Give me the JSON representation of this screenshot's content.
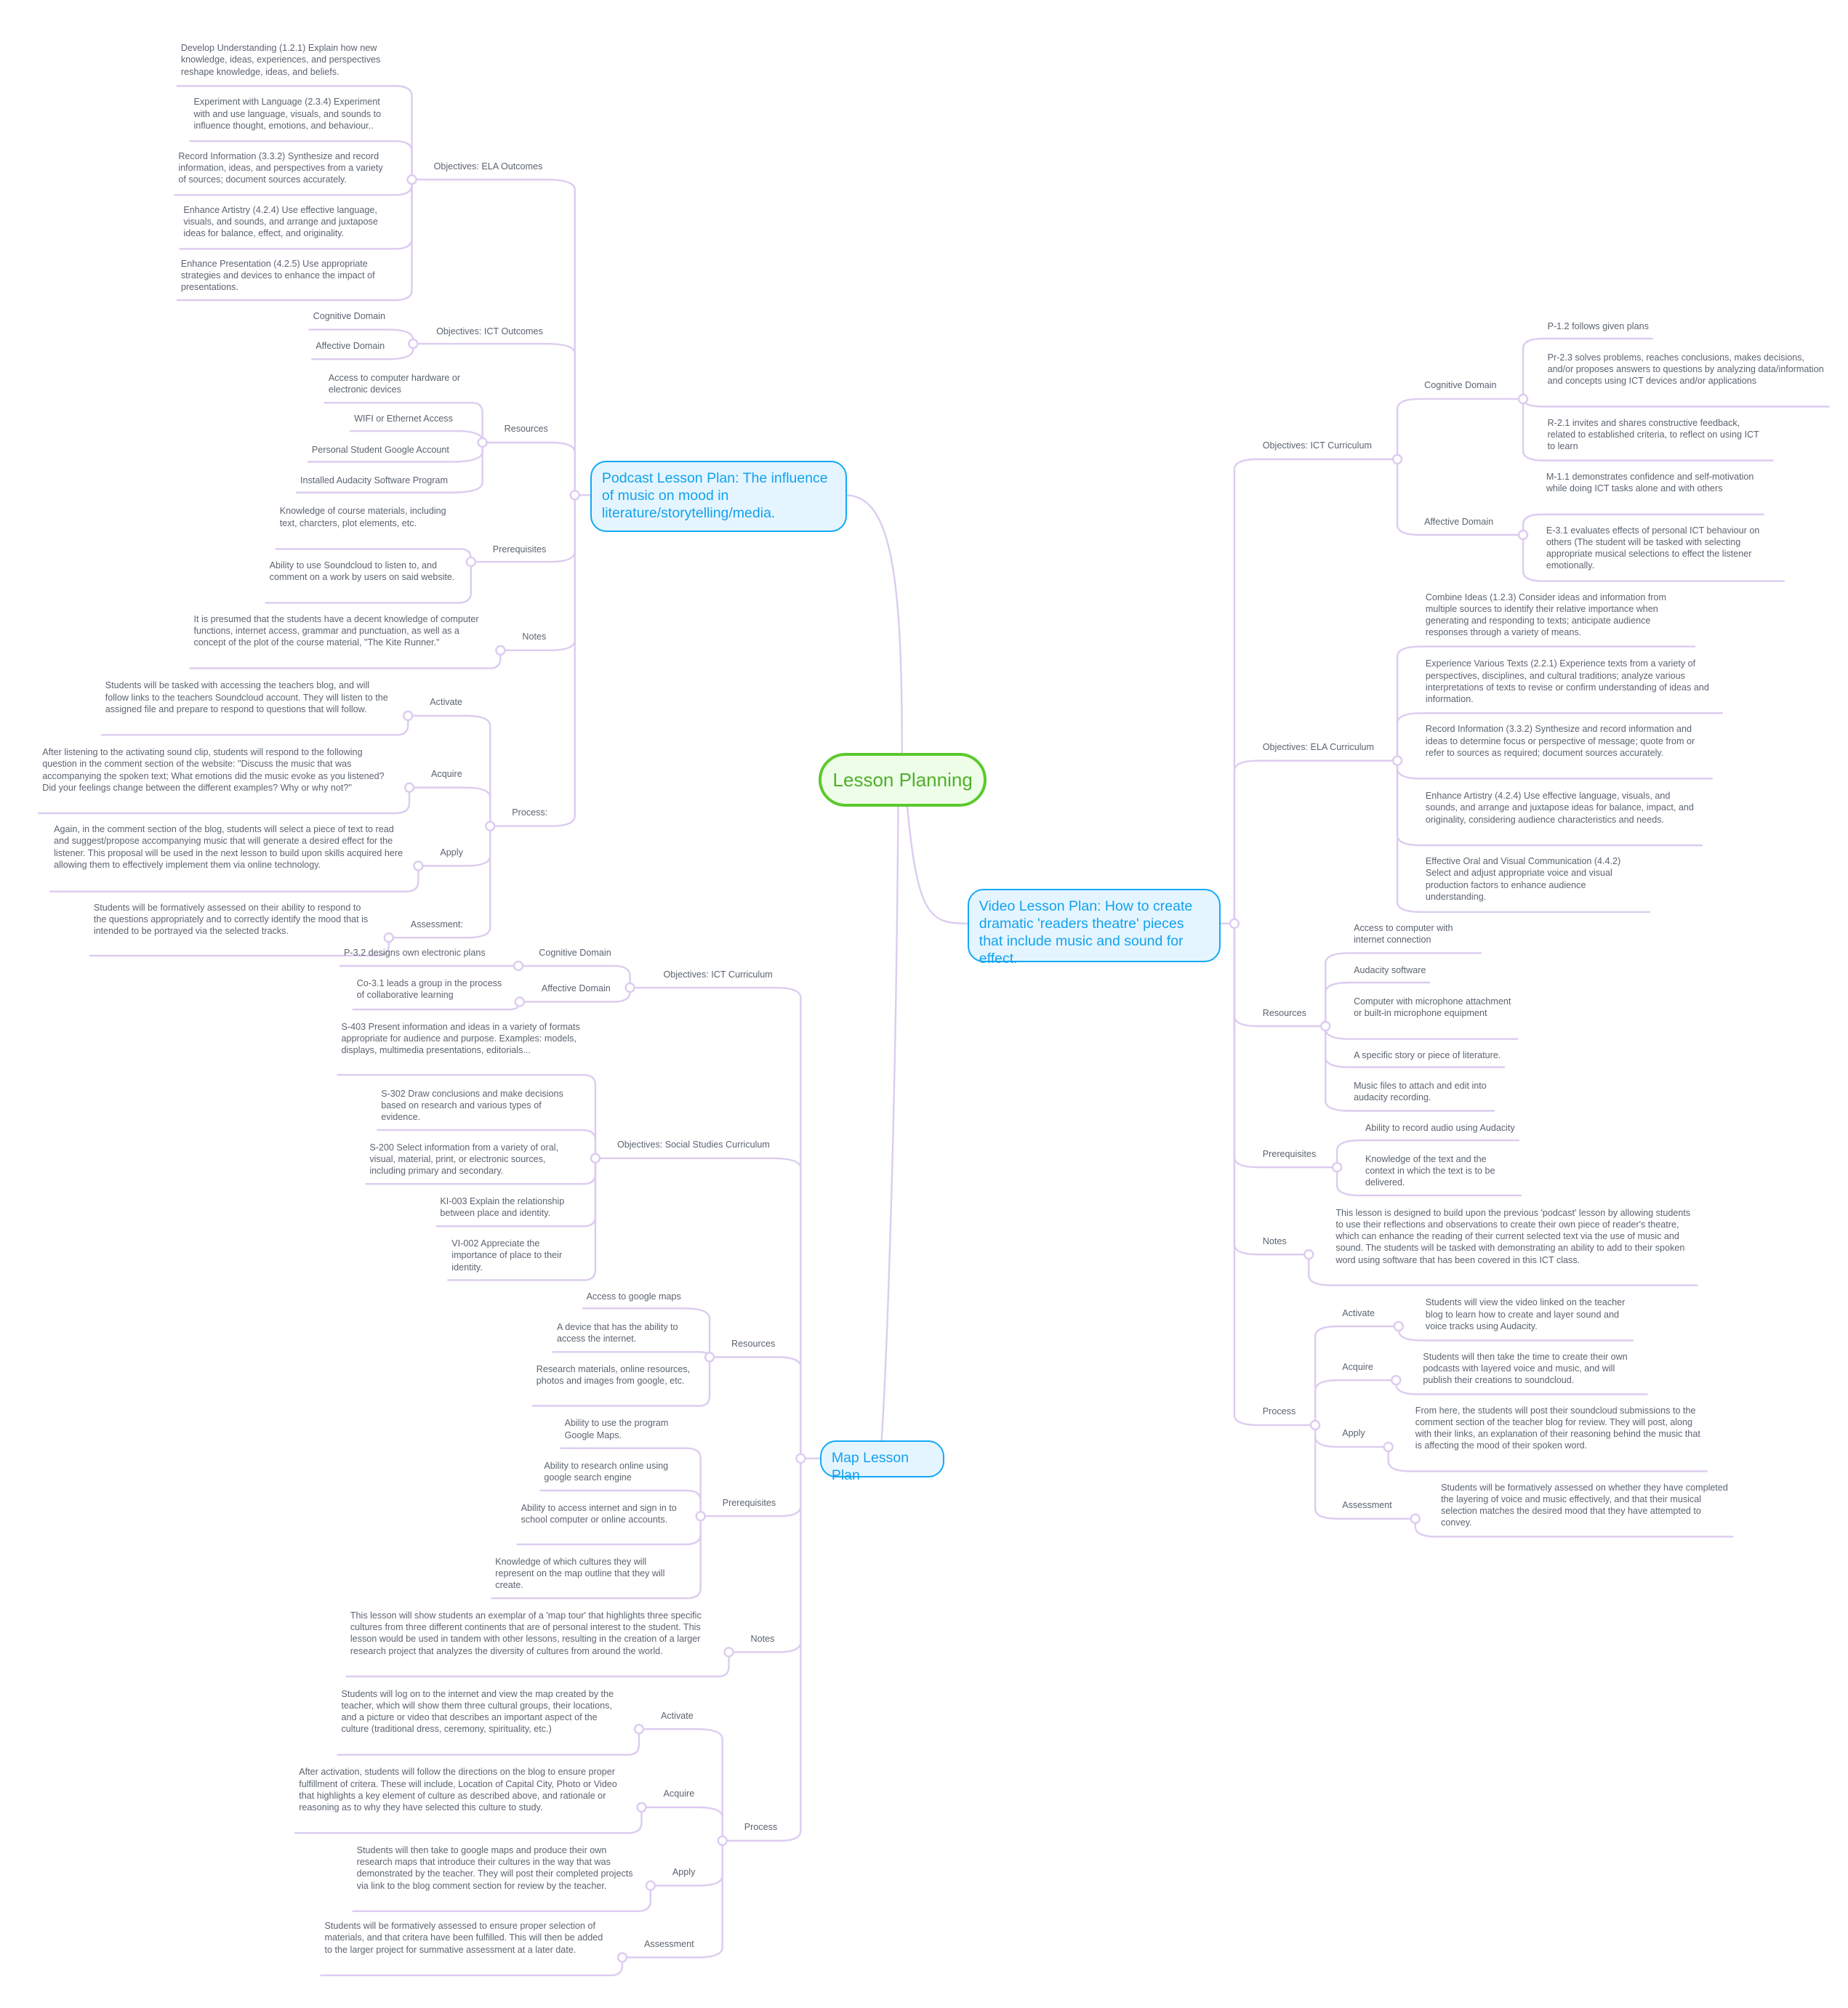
{
  "colors": {
    "root_border": "#5bc92d",
    "root_text": "#4fb02a",
    "branch_border": "#12a9f5",
    "branch_text": "#12a2ee",
    "connector": "#dcccf0",
    "node_text": "#5c6470"
  },
  "root": {
    "label": "Lesson Planning"
  },
  "branches": [
    {
      "label": "Podcast Lesson Plan: The influence of music on mood in literature/storytelling/media.",
      "children": [
        {
          "label": "Objectives: ELA Outcomes",
          "children": [
            {
              "label": "Develop Understanding (1.2.1) Explain how new knowledge, ideas, experiences, and perspectives reshape knowledge, ideas, and beliefs."
            },
            {
              "label": "Experiment with Language (2.3.4) Experiment with and use language, visuals, and sounds to influence thought, emotions, and behaviour.."
            },
            {
              "label": "Record Information (3.3.2) Synthesize and record information, ideas, and perspectives from a variety of sources; document sources accurately."
            },
            {
              "label": "Enhance Artistry (4.2.4) Use effective language, visuals, and sounds, and arrange and juxtapose ideas for balance, effect, and originality."
            },
            {
              "label": "Enhance Presentation (4.2.5) Use appropriate strategies and devices to enhance the impact of presentations."
            }
          ]
        },
        {
          "label": "Objectives: ICT Outcomes",
          "children": [
            {
              "label": "Cognitive Domain"
            },
            {
              "label": "Affective Domain"
            }
          ]
        },
        {
          "label": "Resources",
          "children": [
            {
              "label": "Access to computer hardware or electronic devices"
            },
            {
              "label": "WIFI or Ethernet Access"
            },
            {
              "label": "Personal Student Google Account"
            },
            {
              "label": "Installed Audacity Software Program"
            }
          ]
        },
        {
          "label": "Prerequisites",
          "children": [
            {
              "label": "Knowledge of course materials, including text, charcters, plot elements, etc."
            },
            {
              "label": "Ability to use Soundcloud to listen to, and comment on a work by users on said website."
            }
          ]
        },
        {
          "label": "Notes",
          "children": [
            {
              "label": "It is presumed that the students have a decent knowledge of computer functions, internet access, grammar and punctuation, as well as a concept of the plot of the course material, \"The Kite Runner.\""
            }
          ]
        },
        {
          "label": "Process:",
          "children": [
            {
              "label": "Activate",
              "children": [
                {
                  "label": "Students will be tasked with accessing the teachers blog, and will follow links to the teachers Soundcloud account. They will listen to the assigned file and prepare to respond to questions that will follow."
                }
              ]
            },
            {
              "label": "Acquire",
              "children": [
                {
                  "label": "After listening to the activating sound clip, students will respond to the following question in the comment section of the website: \"Discuss the music that was accompanying the spoken text; What emotions did the music evoke as you listened? Did your feelings change between the different examples? Why or why not?\""
                }
              ]
            },
            {
              "label": "Apply",
              "children": [
                {
                  "label": "Again, in the comment section of the blog, students will select a piece of text to read and suggest/propose accompanying music that will generate a desired effect for the listener. This proposal will be used in the next lesson to build upon skills acquired here allowing them to effectively implement them via online technology."
                }
              ]
            },
            {
              "label": "Assessment:",
              "children": [
                {
                  "label": "Students will be formatively assessed on their ability to respond to the questions appropriately and to correctly identify the mood that is intended to be portrayed via the selected tracks."
                }
              ]
            }
          ]
        }
      ]
    },
    {
      "label": "Video Lesson Plan: How to create dramatic 'readers theatre' pieces that include music and sound for effect.",
      "children": [
        {
          "label": "Objectives: ICT Curriculum",
          "children": [
            {
              "label": "Cognitive Domain",
              "children": [
                {
                  "label": "P-1.2 follows given plans"
                },
                {
                  "label": "Pr-2.3 solves problems, reaches conclusions, makes decisions, and/or proposes answers to questions by analyzing data/information and concepts using ICT devices and/or applications"
                },
                {
                  "label": "R-2.1 invites and shares constructive feedback, related to established criteria, to reflect on using ICT to learn"
                }
              ]
            },
            {
              "label": "Affective Domain",
              "children": [
                {
                  "label": "M-1.1 demonstrates confidence and self-motivation while doing ICT tasks alone and with others"
                },
                {
                  "label": "E-3.1 evaluates effects of personal ICT behaviour on others (The student will be tasked with selecting appropriate musical selections to effect the listener emotionally."
                }
              ]
            }
          ]
        },
        {
          "label": "Objectives: ELA Curriculum",
          "children": [
            {
              "label": "Combine Ideas (1.2.3) Consider ideas and information from multiple sources to identify their relative importance when generating and responding to texts; anticipate audience responses through a variety of means."
            },
            {
              "label": "Experience Various Texts (2.2.1) Experience texts from a variety of perspectives, disciplines, and cultural traditions; analyze various interpretations of texts to revise or confirm understanding of ideas and information."
            },
            {
              "label": "Record Information (3.3.2) Synthesize and record information and ideas to determine focus or perspective of message; quote from or refer to sources as required; document sources accurately."
            },
            {
              "label": "Enhance Artistry (4.2.4) Use effective language, visuals, and sounds, and arrange and juxtapose ideas for balance, impact, and originality, considering audience characteristics and needs."
            },
            {
              "label": "Effective Oral and Visual Communication (4.4.2) Select and adjust appropriate voice and visual production factors to enhance audience understanding."
            }
          ]
        },
        {
          "label": "Resources",
          "children": [
            {
              "label": "Access to computer with internet connection"
            },
            {
              "label": "Audacity software"
            },
            {
              "label": "Computer with microphone attachment or built-in microphone equipment"
            },
            {
              "label": "A specific story or piece of literature."
            },
            {
              "label": "Music files to attach and edit into audacity recording."
            }
          ]
        },
        {
          "label": "Prerequisites",
          "children": [
            {
              "label": "Ability to record audio using Audacity"
            },
            {
              "label": "Knowledge of the text and the context in which the text is to be delivered."
            }
          ]
        },
        {
          "label": "Notes",
          "children": [
            {
              "label": "This lesson is designed to build upon the previous 'podcast' lesson by allowing students to use their reflections and observations to create their own piece of reader's theatre, which can enhance the reading of their current selected text via the use of music and sound. The students will be tasked with demonstrating an ability to add to their spoken word using software that has been covered in this ICT class."
            }
          ]
        },
        {
          "label": "Process",
          "children": [
            {
              "label": "Activate",
              "children": [
                {
                  "label": "Students will view the video linked on the teacher blog to learn how to create and layer sound and voice tracks using Audacity."
                }
              ]
            },
            {
              "label": "Acquire",
              "children": [
                {
                  "label": "Students will then take the time to create their own podcasts with layered voice and music, and will publish their creations to soundcloud."
                }
              ]
            },
            {
              "label": "Apply",
              "children": [
                {
                  "label": "From here, the students will post their soundcloud submissions to the comment section of the teacher blog for review. They will post, along with their links, an explanation of their reasoning behind the music that is affecting the mood of their spoken word."
                }
              ]
            },
            {
              "label": "Assessment",
              "children": [
                {
                  "label": "Students will be formatively assessed on whether they have completed the layering of voice and music effectively, and that their musical selection matches the desired mood that they have attempted to convey."
                }
              ]
            }
          ]
        }
      ]
    },
    {
      "label": "Map Lesson Plan",
      "children": [
        {
          "label": "Objectives: ICT Curriculum",
          "children": [
            {
              "label": "Cognitive Domain",
              "children": [
                {
                  "label": "P-3.2 designs own electronic plans"
                }
              ]
            },
            {
              "label": "Affective Domain",
              "children": [
                {
                  "label": "Co-3.1 leads a group in the process of collaborative learning"
                }
              ]
            }
          ]
        },
        {
          "label": "Objectives: Social Studies Curriculum",
          "children": [
            {
              "label": "S-403 Present information and ideas in a variety of formats appropriate for audience and purpose. Examples: models, displays, multimedia presentations, editorials..."
            },
            {
              "label": "S-302 Draw conclusions and make decisions based on research and various types of evidence."
            },
            {
              "label": "S-200 Select information from a variety of oral, visual, material, print, or electronic sources, including primary and secondary."
            },
            {
              "label": "KI-003 Explain the relationship between place and identity."
            },
            {
              "label": "VI-002 Appreciate the importance of place to their identity."
            }
          ]
        },
        {
          "label": "Resources",
          "children": [
            {
              "label": "Access to google maps"
            },
            {
              "label": "A device that has the ability to access the internet."
            },
            {
              "label": "Research materials, online resources, photos and images from google, etc."
            }
          ]
        },
        {
          "label": "Prerequisites",
          "children": [
            {
              "label": "Ability to use the program Google Maps."
            },
            {
              "label": "Ability to research online using google search engine"
            },
            {
              "label": "Ability to access internet and sign in to school computer or online accounts."
            },
            {
              "label": "Knowledge of which cultures they will represent on the map outline that they will create."
            }
          ]
        },
        {
          "label": "Notes",
          "children": [
            {
              "label": "This lesson will show students an exemplar of a 'map tour' that highlights three specific cultures from three different continents that are of personal interest to the student. This lesson would be used in tandem with other lessons, resulting in the creation of a larger research project that analyzes the diversity of cultures from around the world."
            }
          ]
        },
        {
          "label": "Process",
          "children": [
            {
              "label": "Activate",
              "children": [
                {
                  "label": "Students will log on to the internet and view the map created by the teacher, which will show them three cultural groups, their locations, and a picture or video that describes an important aspect of the culture (traditional dress, ceremony, spirituality, etc.)"
                }
              ]
            },
            {
              "label": "Acquire",
              "children": [
                {
                  "label": "After activation, students will follow the directions on the blog to ensure proper fulfillment of critera. These will include, Location of Capital City, Photo or Video that highlights a key element of culture as described above, and rationale or reasoning as to why they have selected this culture to study."
                }
              ]
            },
            {
              "label": "Apply",
              "children": [
                {
                  "label": "Students will then take to google maps and produce their own research maps that introduce their cultures in the way that was demonstrated by the teacher. They will post their completed projects via link to the blog comment section for review by the teacher."
                }
              ]
            },
            {
              "label": "Assessment",
              "children": [
                {
                  "label": "Students will be formatively assessed to ensure proper selection of materials, and that critera have been fulfilled. This will then be added to the larger project for summative assessment at a later date."
                }
              ]
            }
          ]
        }
      ]
    }
  ]
}
